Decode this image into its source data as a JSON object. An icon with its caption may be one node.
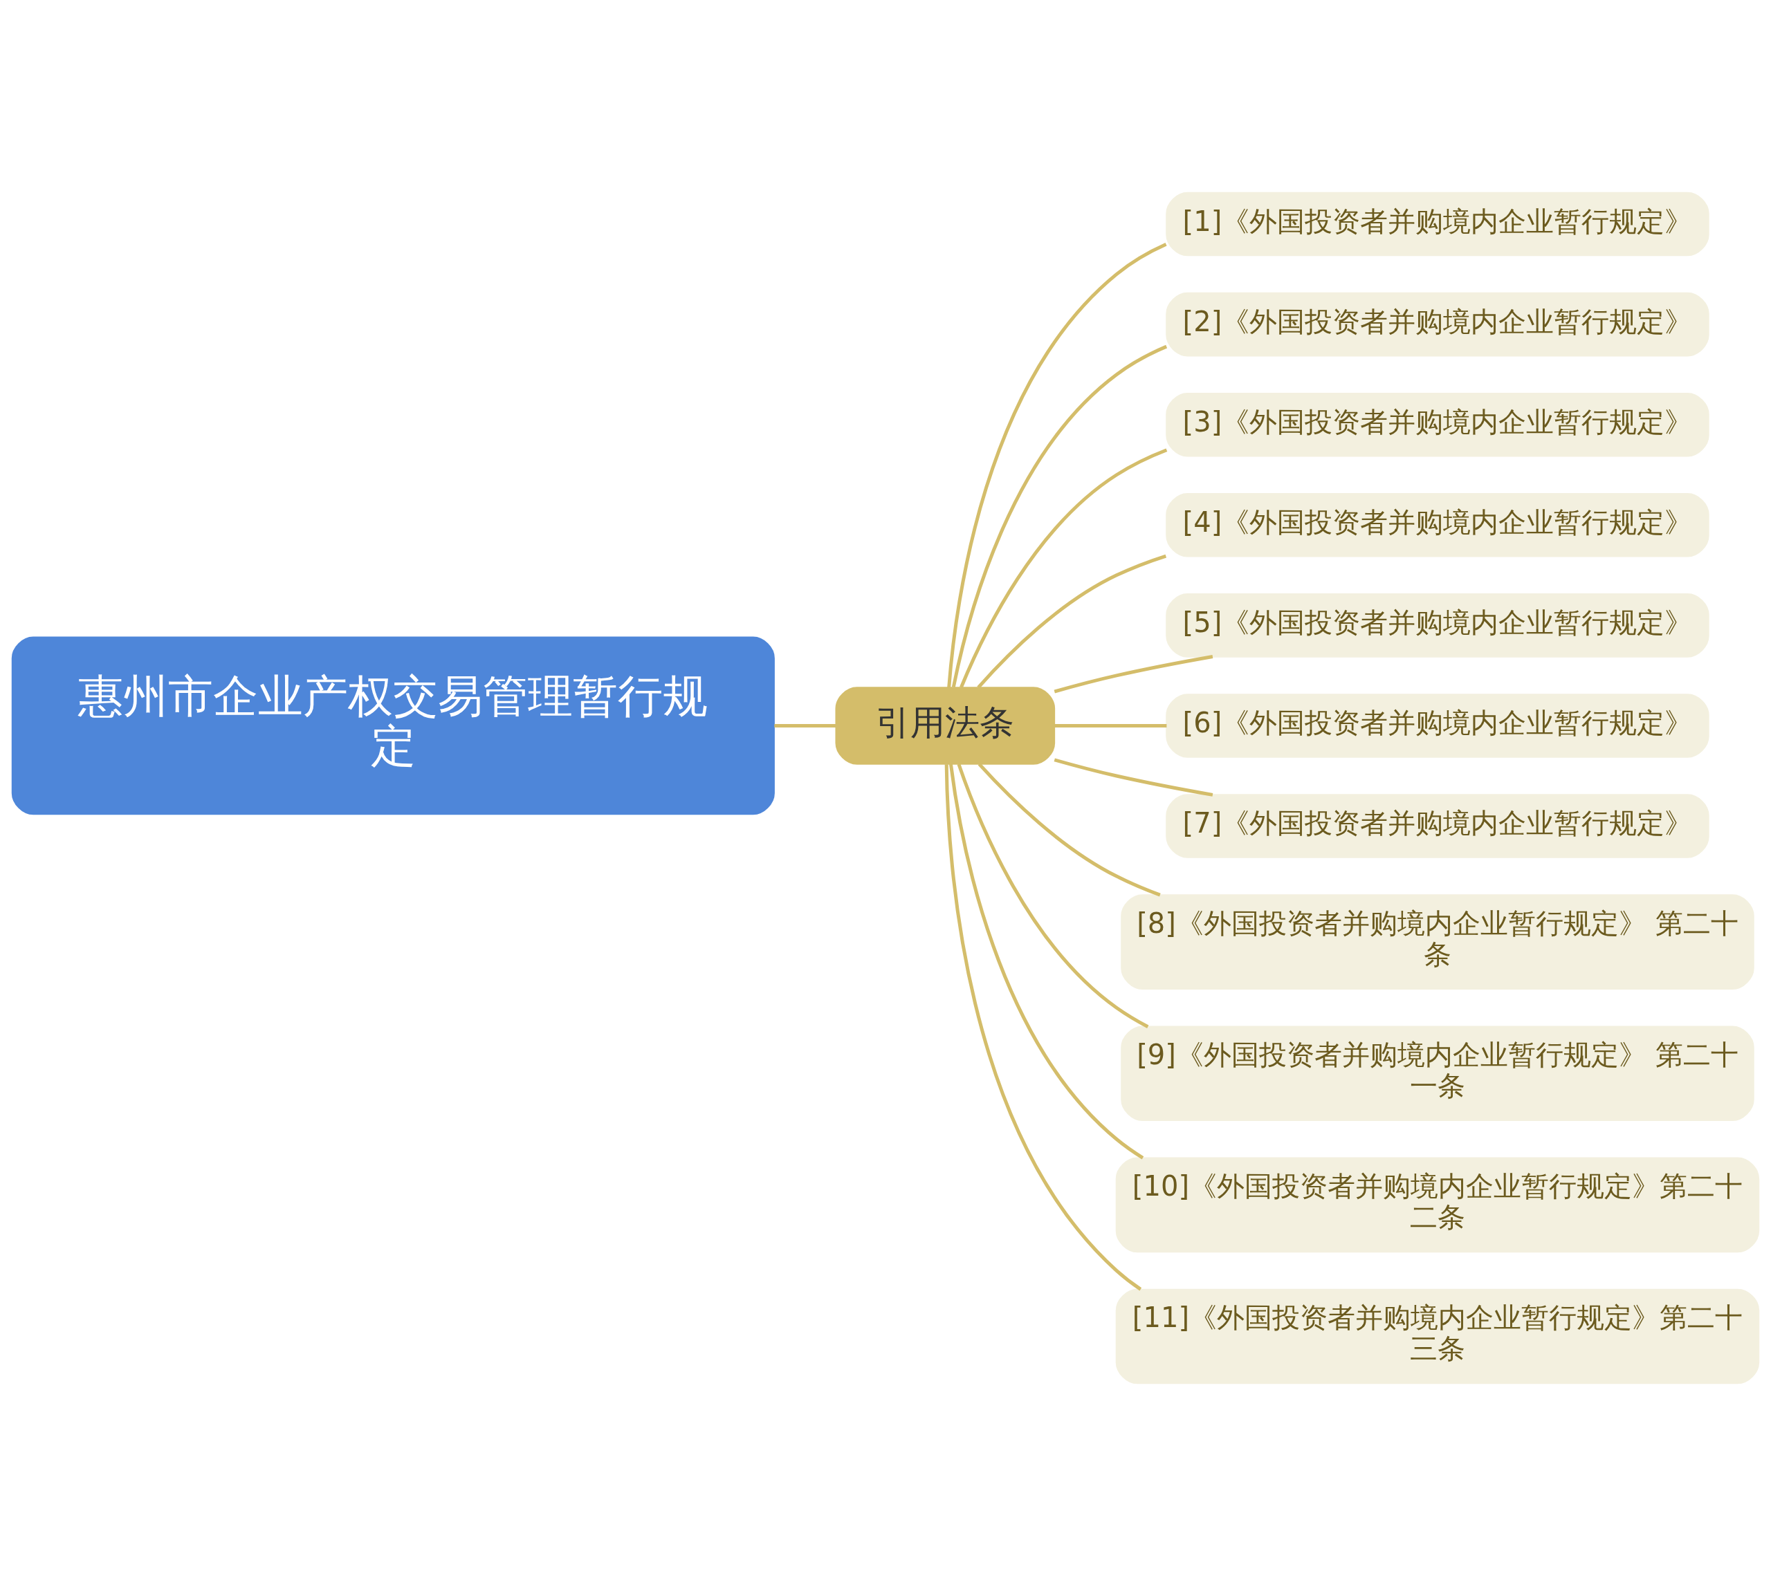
{
  "diagram": {
    "nodes": [
      {
        "text": [
          "惠州市企业产权交易管理暂行规定"
        ]
      },
      {
        "text": [
          "引用法条"
        ]
      },
      {
        "text": [
          "[1]《外国投资者并购境内企业暂行规定》"
        ]
      },
      {
        "text": [
          "[2]《外国投资者并购境内企业暂行规定》"
        ]
      },
      {
        "text": [
          "[3]《外国投资者并购境内企业暂行规定》"
        ]
      },
      {
        "text": [
          "[4]《外国投资者并购境内企业暂行规定》"
        ]
      },
      {
        "text": [
          "[5]《外国投资者并购境内企业暂行规定》"
        ]
      },
      {
        "text": [
          "[6]《外国投资者并购境内企业暂行规定》"
        ]
      },
      {
        "text": [
          "[7]《外国投资者并购境内企业暂行规定》"
        ]
      },
      {
        "text": [
          "[8]《外国投资者并购境内企业暂行规定》 第二十条"
        ]
      },
      {
        "text": [
          "[9]《外国投资者并购境内企业暂行规定》 第二十一条"
        ]
      },
      {
        "text": [
          "[10]《外国投资者并购境内企业暂行规定》第二十二条"
        ]
      },
      {
        "text": [
          "[11]《外国投资者并购境内企业暂行规定》第二十三条"
        ]
      }
    ],
    "edges": [
      {
        "from": 0,
        "to": 1,
        "arrow": "none"
      },
      {
        "from": 1,
        "to": 2,
        "arrow": "none"
      },
      {
        "from": 1,
        "to": 3,
        "arrow": "none"
      },
      {
        "from": 1,
        "to": 4,
        "arrow": "none"
      },
      {
        "from": 1,
        "to": 5,
        "arrow": "none"
      },
      {
        "from": 1,
        "to": 6,
        "arrow": "none"
      },
      {
        "from": 1,
        "to": 7,
        "arrow": "none"
      },
      {
        "from": 1,
        "to": 8,
        "arrow": "none"
      },
      {
        "from": 1,
        "to": 9,
        "arrow": "none"
      },
      {
        "from": 1,
        "to": 10,
        "arrow": "none"
      },
      {
        "from": 1,
        "to": 11,
        "arrow": "none"
      },
      {
        "from": 1,
        "to": 12,
        "arrow": "none"
      }
    ]
  }
}
